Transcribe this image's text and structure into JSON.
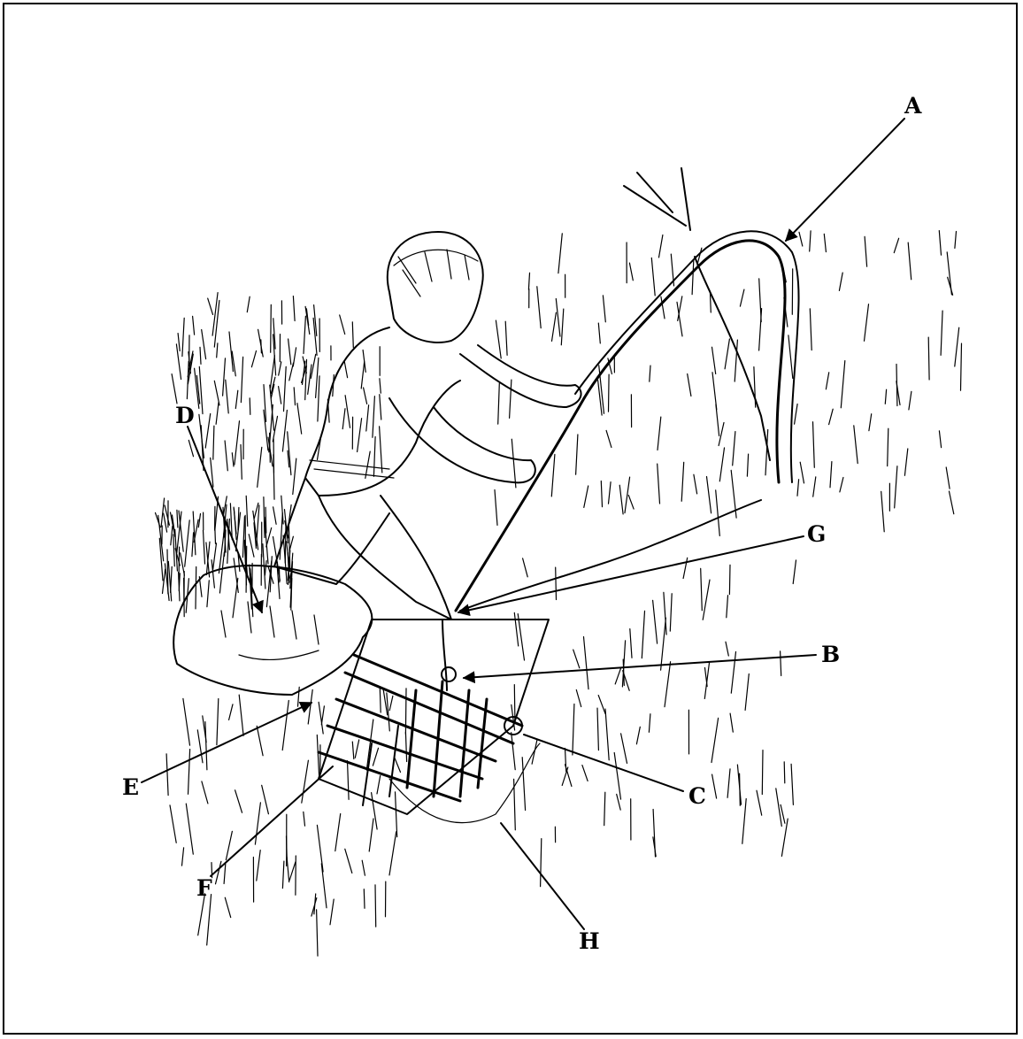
{
  "figure": {
    "background_color": "#ffffff",
    "ink_color": "#000000",
    "labels": [
      {
        "id": "A",
        "text": "A"
      },
      {
        "id": "B",
        "text": "B"
      },
      {
        "id": "C",
        "text": "C"
      },
      {
        "id": "D",
        "text": "D"
      },
      {
        "id": "E",
        "text": "E"
      },
      {
        "id": "F",
        "text": "F"
      },
      {
        "id": "G",
        "text": "G"
      },
      {
        "id": "H",
        "text": "H"
      }
    ]
  }
}
